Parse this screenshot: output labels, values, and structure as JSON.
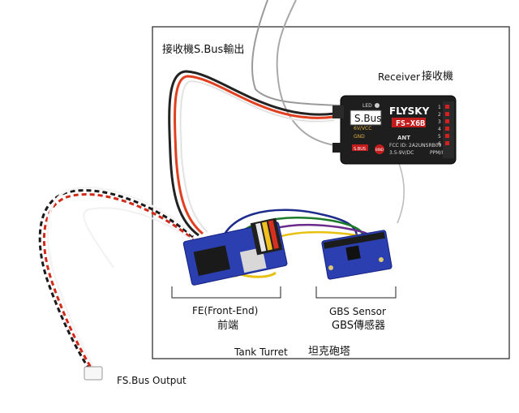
{
  "labels": {
    "receiver_sbus_out": "接收機S.Bus輸出",
    "receiver": "Receiver",
    "receiver_cn": "接收機",
    "sbus_tag": "S.Bus",
    "fe_label": "FE(Front-End)",
    "fe_cn": "前端",
    "gbs_label": "GBS Sensor",
    "gbs_cn": "GBS傳感器",
    "tank_turret": "Tank Turret",
    "tank_turret_cn": "坦克砲塔",
    "fsbus_output": "FS.Bus Output"
  },
  "receiver_box": {
    "brand": "FLYSKY",
    "model": "FS-X6B",
    "pins": [
      "1",
      "2",
      "3",
      "4",
      "5",
      "6"
    ],
    "ppm": "PPM/I",
    "voltage": "3.5-9V/DC",
    "fcc": "FCC ID: 2A2UNSRB09",
    "bind": "BIND",
    "led": "LED",
    "sbus_pin": "S.BUS",
    "vcc": "6V/VCC",
    "gnd": "GND",
    "logo": "ANT"
  },
  "colors": {
    "frame": "#222222",
    "board_blue": "#2b3fb0",
    "receiver_body": "#1e1e1e",
    "accent_red": "#d42020"
  }
}
